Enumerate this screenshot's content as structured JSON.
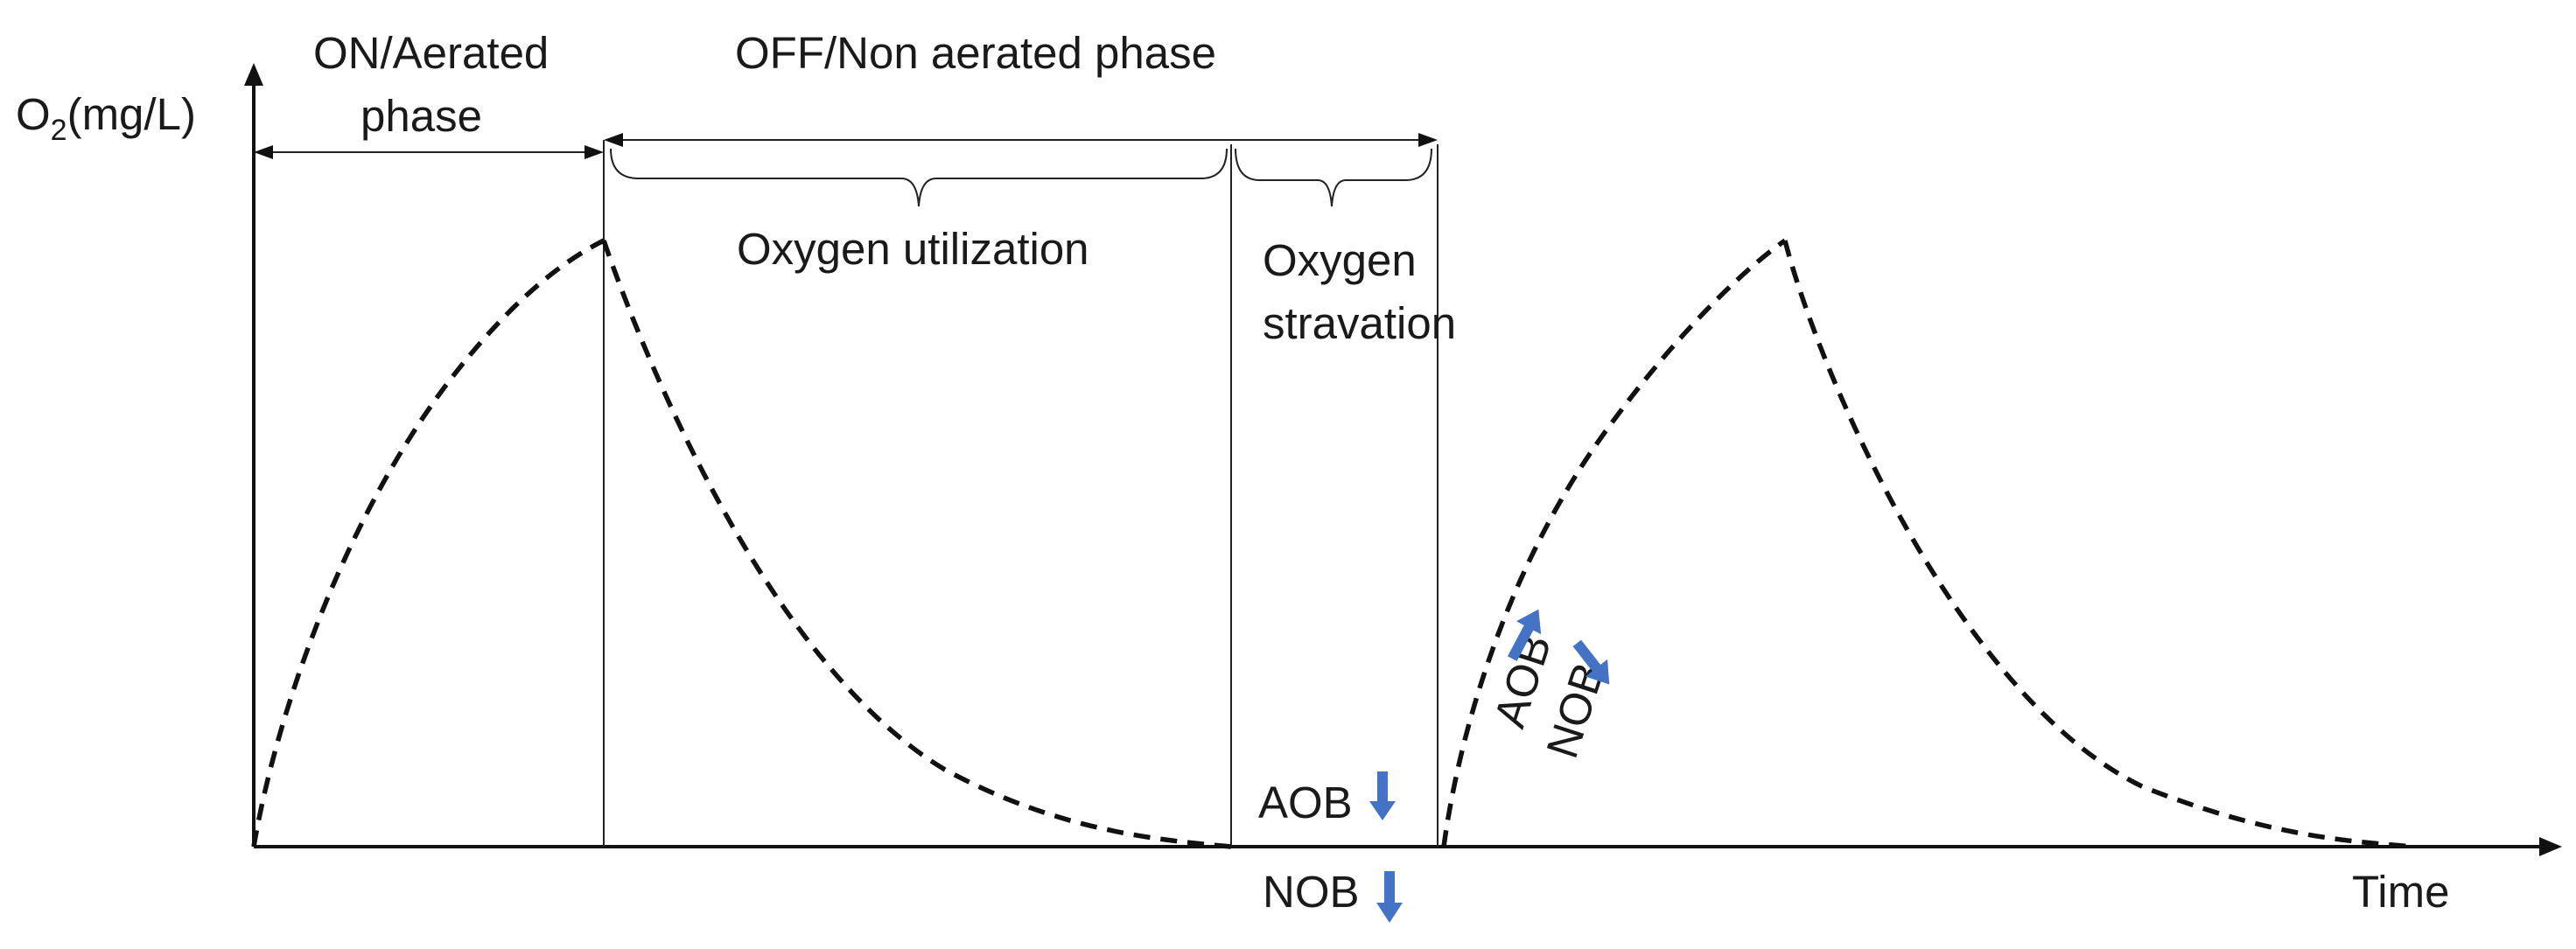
{
  "diagram": {
    "y_axis_label": "O",
    "y_axis_label_subscript": "2",
    "y_axis_label_unit": "(mg/L)",
    "x_axis_label": "Time",
    "phases": {
      "on_line1": "ON/Aerated",
      "on_line2": "phase",
      "off": "OFF/Non aerated phase",
      "utilization": "Oxygen utilization",
      "starvation_line1": "Oxygen",
      "starvation_line2": "stravation"
    },
    "markers": {
      "aob_down": "AOB",
      "nob_down": "NOB",
      "aob_up": "AOB",
      "nob_rot": "NOB"
    },
    "colors": {
      "arrow_blue": "#4472c4",
      "line": "#111111"
    }
  }
}
